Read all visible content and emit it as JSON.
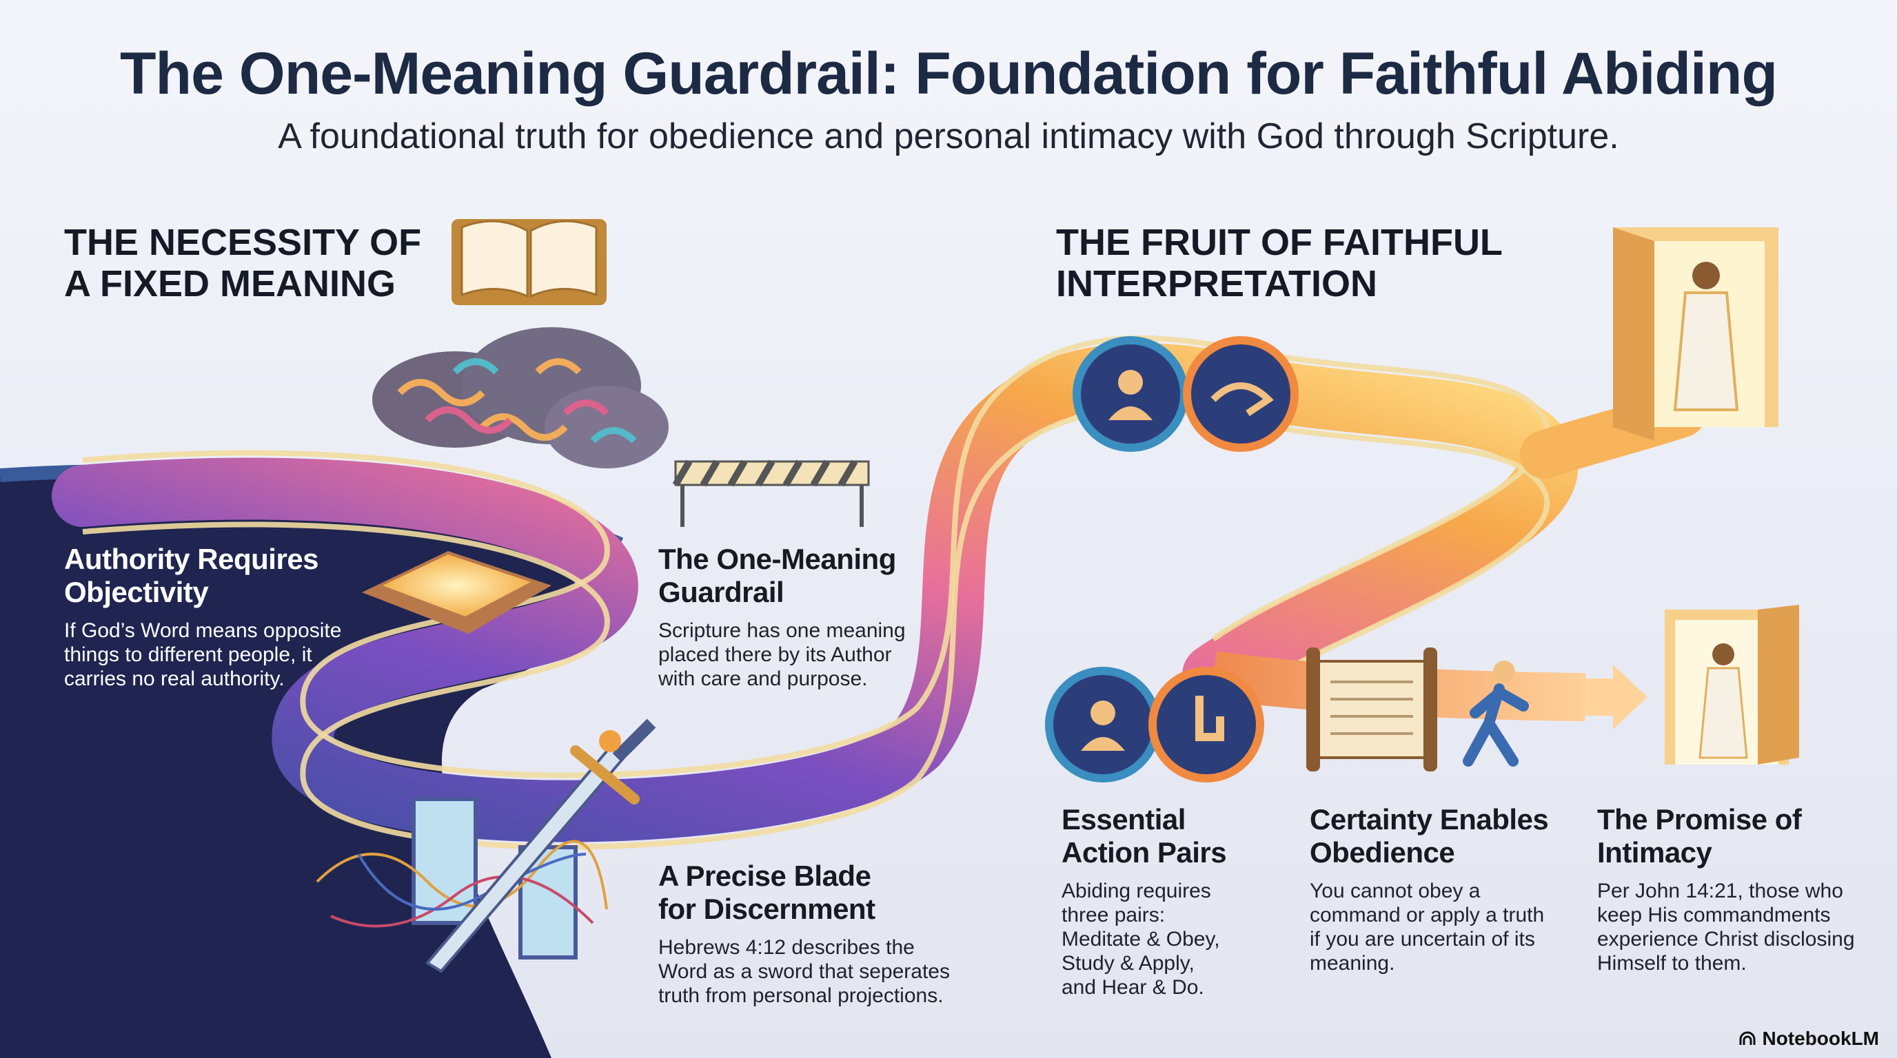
{
  "header": {
    "title": "The One-Meaning Guardrail: Foundation for Faithful Abiding",
    "subtitle": "A foundational truth for obedience and personal intimacy with God through Scripture."
  },
  "sections": {
    "left_title_line1": "THE NECESSITY OF",
    "left_title_line2": "A FIXED MEANING",
    "right_title_line1": "THE FRUIT OF FAITHFUL",
    "right_title_line2": "INTERPRETATION"
  },
  "points": [
    {
      "heading_line1": "Authority Requires",
      "heading_line2": "Objectivity",
      "body": "If God’s Word means opposite things to different people, it carries no real authority."
    },
    {
      "heading_line1": "The One-Meaning",
      "heading_line2": "Guardrail",
      "body": "Scripture has one meaning placed there by its Author with care and purpose."
    },
    {
      "heading_line1": "A Precise Blade",
      "heading_line2": "for Discernment",
      "body": "Hebrews 4:12 describes the Word as a sword that seperates truth from personal projections."
    },
    {
      "heading_line1": "Essential",
      "heading_line2": "Action Pairs",
      "body": "Abiding requires three pairs: Meditate & Obey, Study & Apply, and Hear & Do."
    },
    {
      "heading_line1": "Certainty Enables",
      "heading_line2": "Obedience",
      "body": "You cannot obey a command or apply a truth if you are uncertain of its meaning."
    },
    {
      "heading_line1": "The Promise of",
      "heading_line2": "Intimacy",
      "body": "Per John 14:21, those who keep His commandments experience Christ disclosing Himself to them."
    }
  ],
  "brand": {
    "label": "NotebookLM"
  },
  "colors": {
    "navy": "#1c2a44",
    "dark_panel": "#1f2550",
    "gold": "#e8c77a",
    "orange": "#f5a03a"
  }
}
